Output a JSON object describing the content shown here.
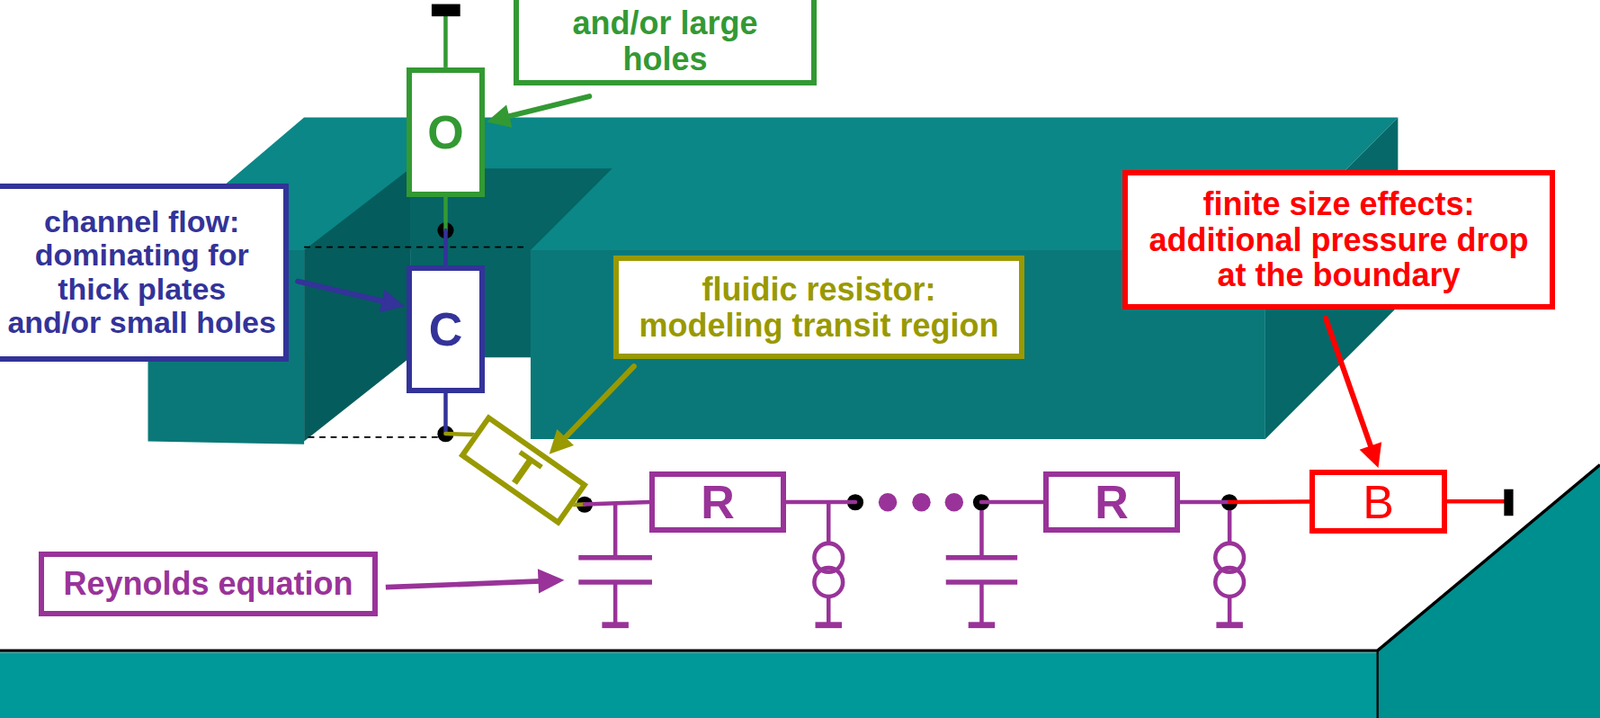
{
  "diagram": {
    "nodes": [
      {
        "text": [
          "and/or large holes"
        ]
      },
      {
        "text": [
          "O"
        ]
      },
      {
        "text": [
          "channel flow: dominating for thick plates and/or small holes"
        ]
      },
      {
        "text": [
          "C"
        ]
      },
      {
        "text": [
          "fluidic resistor: modeling transit region"
        ]
      },
      {
        "text": [
          "finite size effects: additional pressure drop at the boundary"
        ]
      },
      {
        "text": [
          "T"
        ]
      },
      {
        "text": [
          "R"
        ]
      },
      {
        "text": [
          "R"
        ]
      },
      {
        "text": [
          "B"
        ]
      },
      {
        "text": [
          "Reynolds equation"
        ]
      }
    ],
    "edges": [
      {
        "from": 0,
        "to": 1,
        "arrow": "to"
      },
      {
        "from": 2,
        "to": 3,
        "arrow": "to"
      },
      {
        "from": 4,
        "to": 6,
        "arrow": "to"
      },
      {
        "from": 5,
        "to": 9,
        "arrow": "to"
      },
      {
        "from": 1,
        "to": 3,
        "arrow": "none"
      },
      {
        "from": 3,
        "to": 6,
        "arrow": "none"
      },
      {
        "from": 6,
        "to": 7,
        "arrow": "none"
      },
      {
        "from": 7,
        "to": 8,
        "arrow": "none"
      },
      {
        "from": 8,
        "to": 9,
        "arrow": "none"
      }
    ]
  }
}
